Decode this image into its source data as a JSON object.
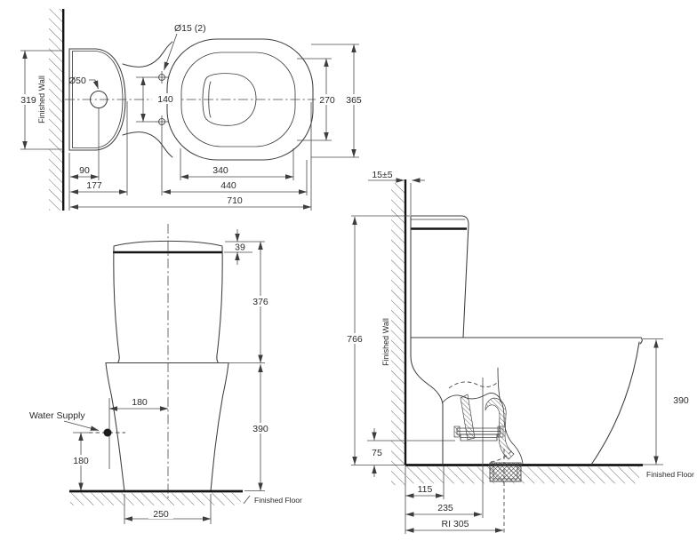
{
  "colors": {
    "background": "#ffffff",
    "outline": "#3d3d3d",
    "thick_line": "#141414",
    "dimension": "#4a4a4a",
    "text": "#2b2b2b"
  },
  "top_view": {
    "finished_wall": "Finished Wall",
    "hole_label": "Ø15 (2)",
    "inlet_label": "Ø50",
    "d_tank_width": "319",
    "d_hole_spacing": "140",
    "d_seat_inner_width": "270",
    "d_bowl_width": "365",
    "d_inlet_offset": "90",
    "d_tank_depth": "177",
    "d_seat_inner_length": "340",
    "d_bowl_length": "440",
    "d_total_length": "710"
  },
  "front_view": {
    "d_lid_height": "39",
    "d_tank_height": "376",
    "d_supply_offset": "180",
    "d_supply_height": "180",
    "d_bowl_height": "390",
    "d_base_width": "250",
    "water_supply": "Water Supply",
    "finished_floor": "Finished Floor"
  },
  "side_view": {
    "d_wall_gap": "15±5",
    "d_total_height": "766",
    "d_bowl_height": "390",
    "d_trap_height": "75",
    "d_foot_depth": "115",
    "d_trap_depth": "235",
    "rough_in": "RI 305",
    "finished_wall": "Finished Wall",
    "finished_floor": "Finished Floor"
  }
}
